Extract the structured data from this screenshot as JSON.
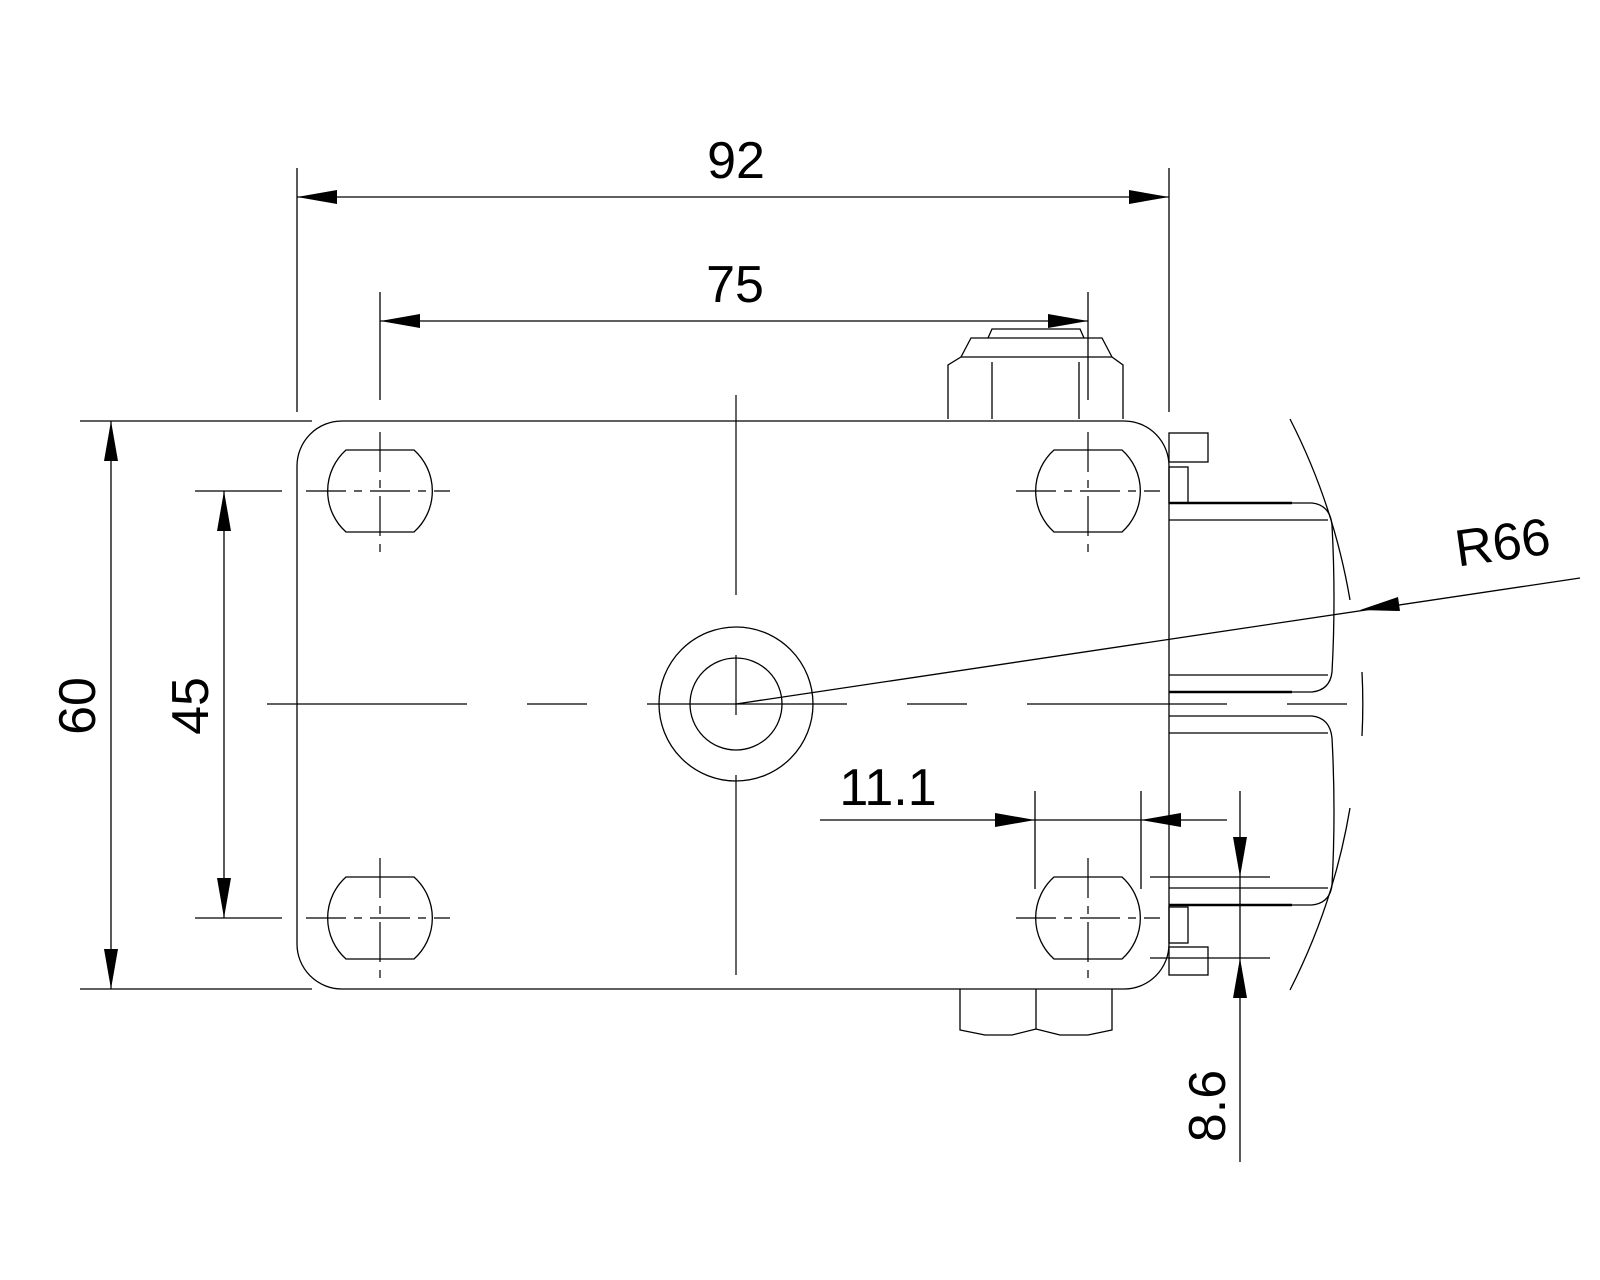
{
  "drawing": {
    "dimensions": {
      "overall_width": "92",
      "hole_spacing_x": "75",
      "overall_height": "60",
      "hole_spacing_y": "45",
      "radius": "R66",
      "offset_x": "11.1",
      "offset_y": "8.6"
    },
    "line_color": "#000000",
    "background": "#ffffff"
  }
}
